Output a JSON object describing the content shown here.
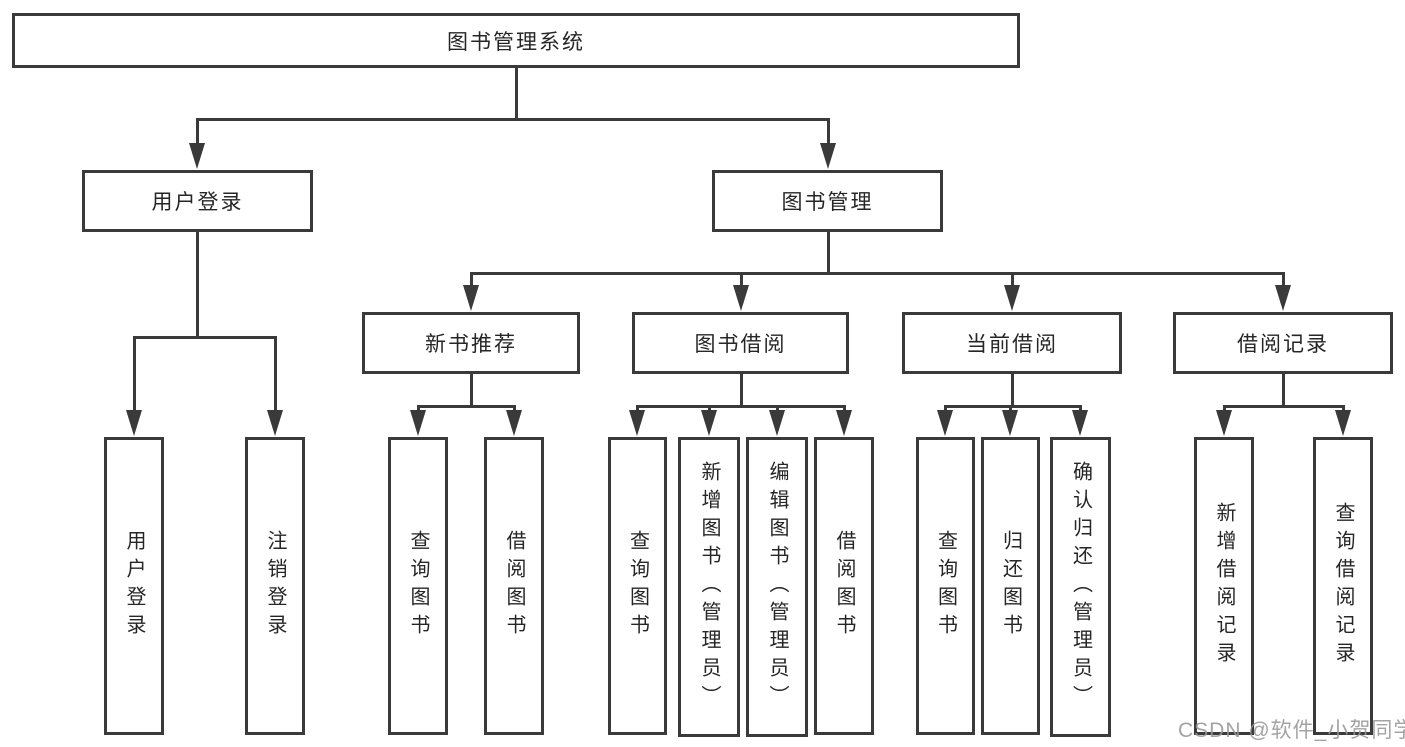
{
  "nodes": {
    "root": "图书管理系统",
    "user_login": "用户登录",
    "book_mgmt": "图书管理",
    "new_book_rec": "新书推荐",
    "book_borrow": "图书借阅",
    "current_borrow": "当前借阅",
    "borrow_records": "借阅记录",
    "ul_user_login": "用户登录",
    "ul_logout": "注销登录",
    "nb_query_book": "查询图书",
    "nb_borrow_book": "借阅图书",
    "bb_query_book": "查询图书",
    "bb_add_book": "新增图书（管理员）",
    "bb_edit_book": "编辑图书（管理员）",
    "bb_borrow_book": "借阅图书",
    "cb_query_book": "查询图书",
    "cb_return_book": "归还图书",
    "cb_confirm_return": "确认归还（管理员）",
    "br_add_record": "新增借阅记录",
    "br_query_record": "查询借阅记录"
  },
  "watermark": "CSDN @软件_小贺同学",
  "colors": {
    "line": "#3a3a3a",
    "text": "#262626",
    "watermark": "#969696",
    "background": "#ffffff"
  }
}
